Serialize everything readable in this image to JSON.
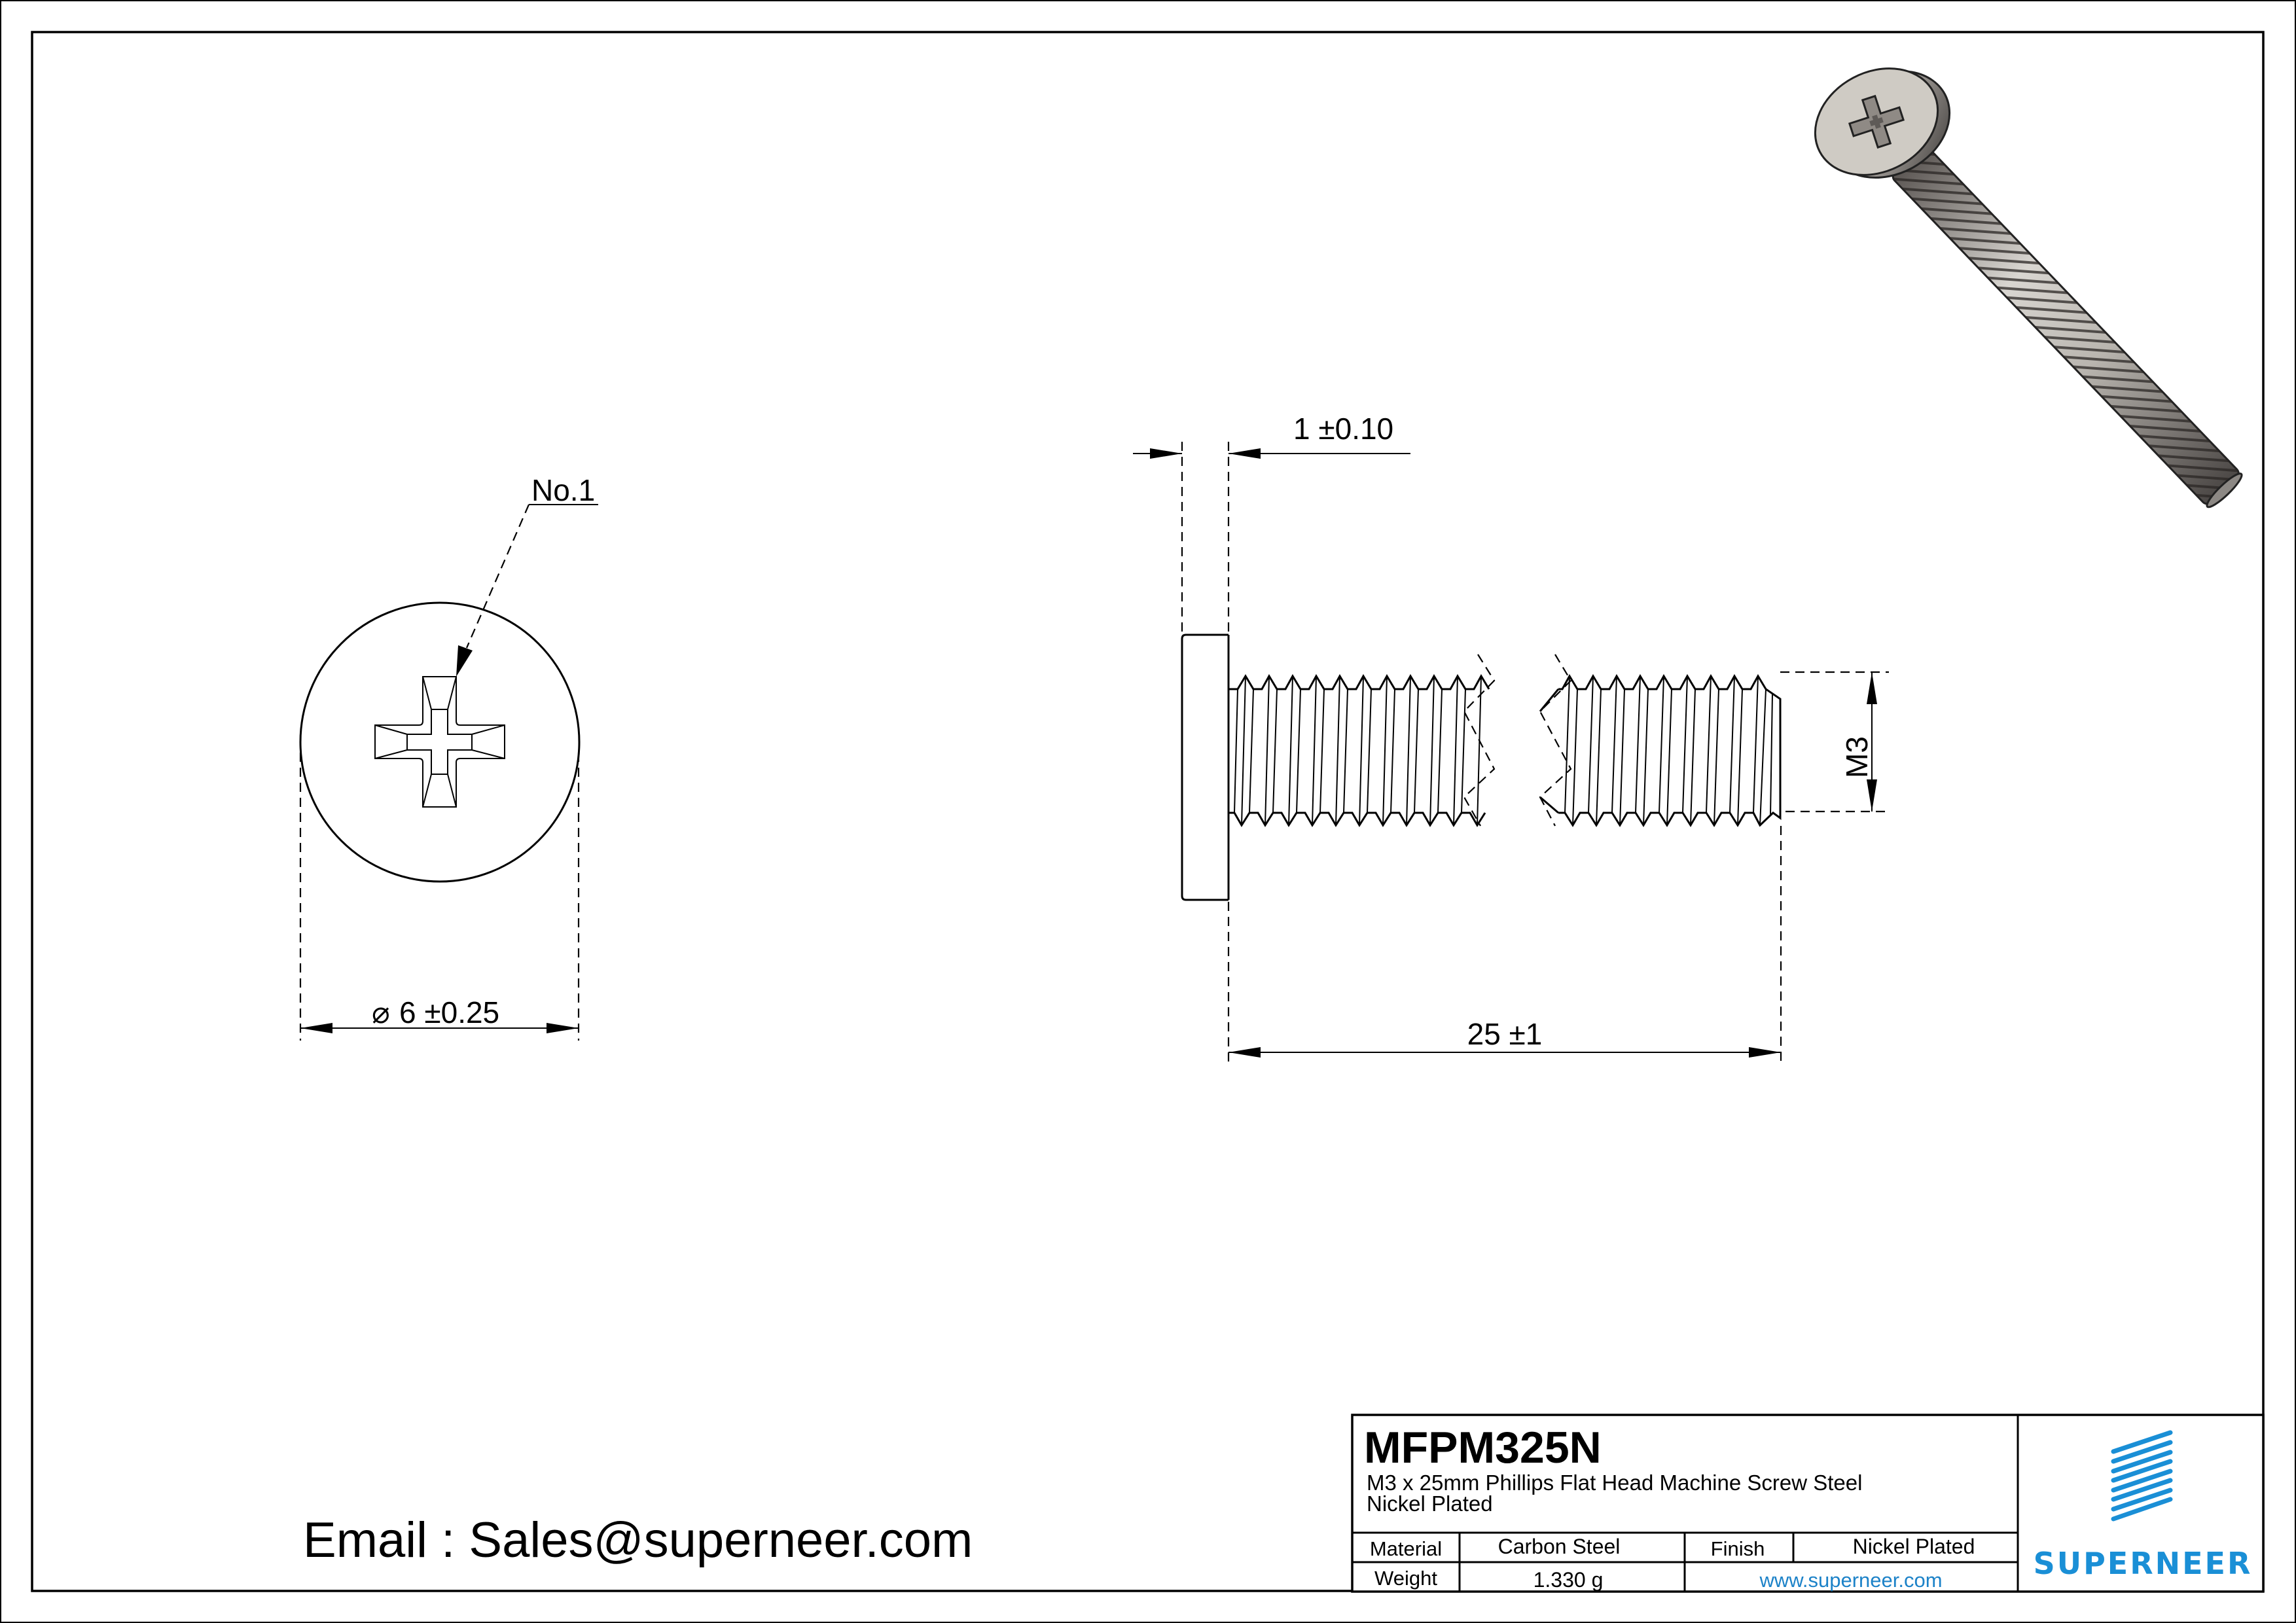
{
  "drawing": {
    "part_number": "MFPM325N",
    "description_line1": "M3 x 25mm Phillips Flat Head Machine Screw Steel",
    "description_line2": "Nickel Plated",
    "callouts": {
      "drive_size": "No.1",
      "head_diameter": "6 ±0.25",
      "head_diameter_symbol": "⌀",
      "head_height": "1 ±0.10",
      "length": "25 ±1",
      "thread": "M3"
    }
  },
  "title_block": {
    "material_label": "Material",
    "material_value": "Carbon Steel",
    "finish_label": "Finish",
    "finish_value": "Nickel Plated",
    "weight_label": "Weight",
    "weight_value": "1.330 g",
    "website": "www.superneer.com"
  },
  "brand": {
    "name": "SUPERNEER",
    "logo_icon": "striped-parallelogram-logo",
    "color": "#1a8fd6"
  },
  "contact": {
    "email_line": "Email : Sales@superneer.com"
  }
}
